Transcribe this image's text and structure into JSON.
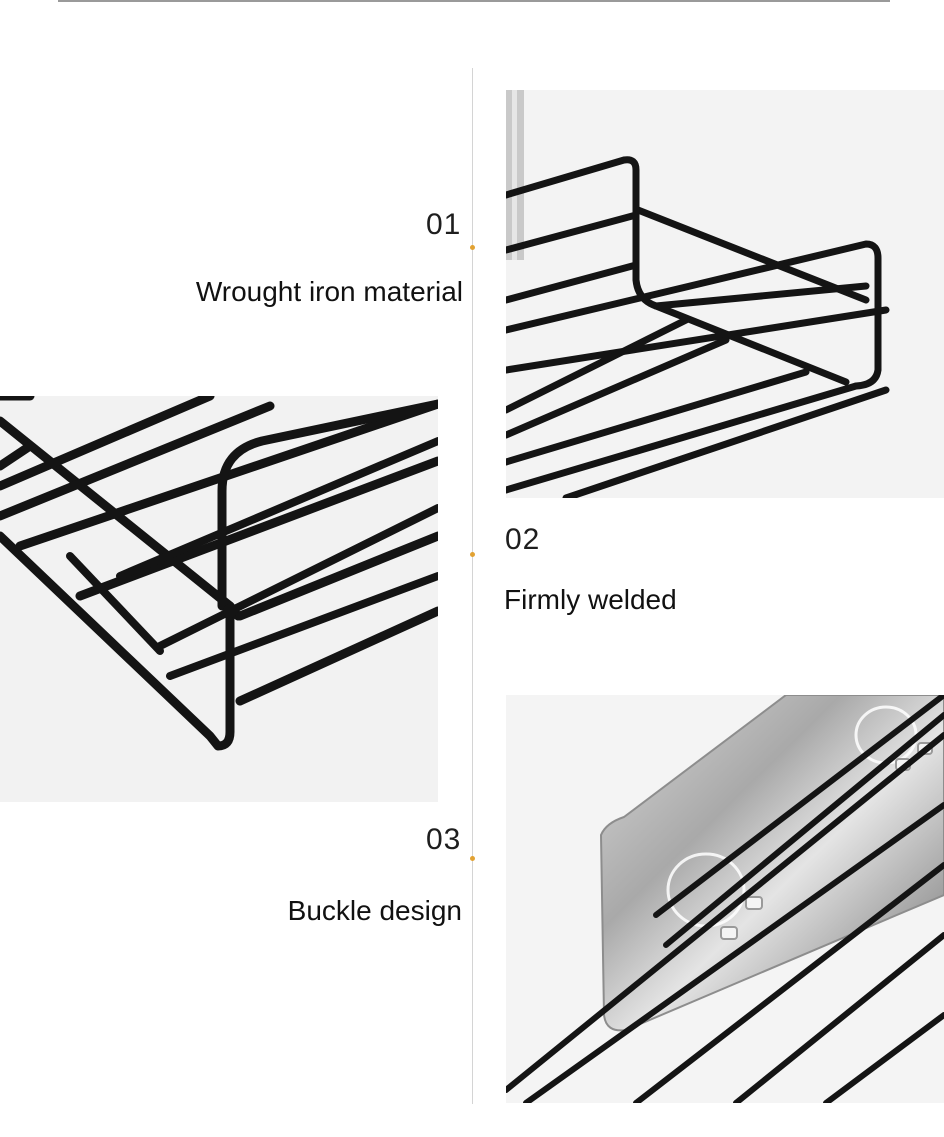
{
  "features": [
    {
      "number": "01",
      "caption": "Wrought iron material"
    },
    {
      "number": "02",
      "caption": "Firmly welded"
    },
    {
      "number": "03",
      "caption": "Buckle design"
    }
  ],
  "photos": [
    {
      "subject": "wire shelf corner close-up"
    },
    {
      "subject": "welded wire rack corner"
    },
    {
      "subject": "adhesive mount with wire rods"
    }
  ],
  "colors": {
    "accent_dot": "#e2a233",
    "wire": "#141414",
    "photo_bg": "#f2f2f2",
    "divider": "#d4d4d4"
  }
}
